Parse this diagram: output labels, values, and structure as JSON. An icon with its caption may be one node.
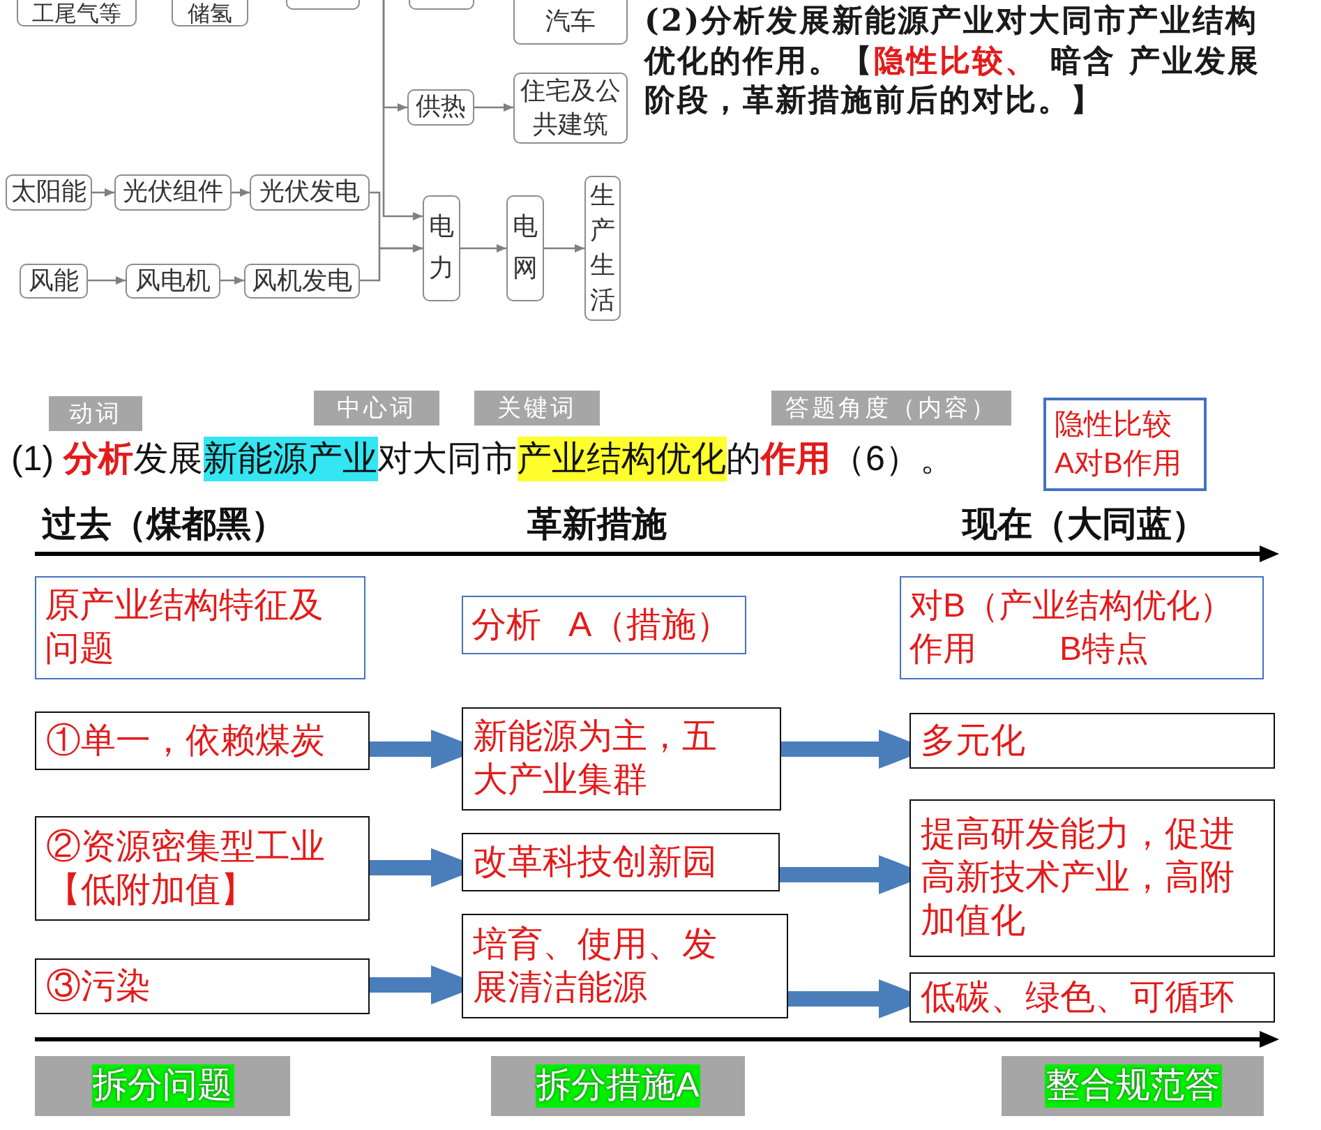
{
  "diagram": {
    "nodes": [
      {
        "text": [
          "工尾气等"
        ]
      },
      {
        "text": [
          "储氢"
        ]
      },
      {
        "text": [],
        "shape": "box"
      },
      {
        "text": [],
        "shape": "box"
      },
      {
        "text": [
          "汽车"
        ]
      },
      {
        "text": [
          "供热"
        ]
      },
      {
        "text": [
          "住宅及公共建筑"
        ]
      },
      {
        "text": [
          "太阳能"
        ]
      },
      {
        "text": [
          "光伏组件"
        ]
      },
      {
        "text": [
          "光伏发电"
        ]
      },
      {
        "text": [
          "电力"
        ]
      },
      {
        "text": [
          "电网"
        ]
      },
      {
        "text": [
          "生产生活"
        ]
      },
      {
        "text": [
          "风能"
        ]
      },
      {
        "text": [
          "风电机"
        ]
      },
      {
        "text": [
          "风机发电"
        ]
      },
      {
        "text": [
          "动词"
        ]
      },
      {
        "text": [
          "中心词"
        ]
      },
      {
        "text": [
          "关键词"
        ]
      },
      {
        "text": [
          "答题角度（内容）"
        ]
      },
      {
        "text": [
          "隐性比较",
          "A对B作用"
        ]
      },
      {
        "text": [
          "原产业结构特征及问题"
        ]
      },
      {
        "text": [
          "分析 A（措施）"
        ]
      },
      {
        "text": [
          "对B（产业结构优化）作用 B特点"
        ]
      },
      {
        "text": [
          "①单一，依赖煤炭"
        ]
      },
      {
        "text": [
          "新能源为主，五大产业集群"
        ]
      },
      {
        "text": [
          "多元化"
        ]
      },
      {
        "text": [
          "②资源密集型工业【低附加值】"
        ]
      },
      {
        "text": [
          "改革科技创新园"
        ]
      },
      {
        "text": [
          "提高研发能力，促进高新技术产业，高附加值化"
        ]
      },
      {
        "text": [
          "③污染"
        ]
      },
      {
        "text": [
          "培育、使用、发展清洁能源"
        ]
      },
      {
        "text": [
          "低碳、绿色、可循环"
        ]
      },
      {
        "text": [
          "拆分问题"
        ]
      },
      {
        "text": [
          "拆分措施A"
        ]
      },
      {
        "text": [
          "整合规范答"
        ]
      }
    ],
    "edges": [
      {
        "from": 7,
        "to": 8,
        "arrow": "to"
      },
      {
        "from": 8,
        "to": 9,
        "arrow": "to"
      },
      {
        "from": 13,
        "to": 14,
        "arrow": "to"
      },
      {
        "from": 14,
        "to": 15,
        "arrow": "to"
      },
      {
        "from": 9,
        "to": 10,
        "arrow": "to"
      },
      {
        "from": 15,
        "to": 10,
        "arrow": "to"
      },
      {
        "from": null,
        "to": 5,
        "arrow": "to"
      },
      {
        "from": null,
        "to": 10,
        "arrow": "to"
      },
      {
        "from": 5,
        "to": 6,
        "arrow": "to"
      },
      {
        "from": 10,
        "to": 11,
        "arrow": "to"
      },
      {
        "from": 11,
        "to": 12,
        "arrow": "to"
      },
      {
        "from": 24,
        "to": 25,
        "arrow": "to",
        "style": "thick",
        "color": "#4a7ebb"
      },
      {
        "from": 25,
        "to": 26,
        "arrow": "to",
        "style": "thick",
        "color": "#4a7ebb"
      },
      {
        "from": 27,
        "to": 28,
        "arrow": "to",
        "style": "thick",
        "color": "#4a7ebb"
      },
      {
        "from": 28,
        "to": 29,
        "arrow": "to",
        "style": "thick",
        "color": "#4a7ebb"
      },
      {
        "from": 30,
        "to": 31,
        "arrow": "to",
        "style": "thick",
        "color": "#4a7ebb"
      },
      {
        "from": 31,
        "to": 32,
        "arrow": "to",
        "style": "thick",
        "color": "#4a7ebb"
      }
    ],
    "labels": [
      "(2)分析发展新能源产业对大同市产业结构优化的作用。【**隐性比较、** 暗含 产业发展阶段，革新措施前后的对比。】",
      "(1) **分析**发展",
      "新能源产业",
      "对大同市",
      "产业结构优化",
      "的**作用**（6）。",
      "过去（煤都黑）",
      "革新措施",
      "现在（大同蓝）"
    ]
  }
}
